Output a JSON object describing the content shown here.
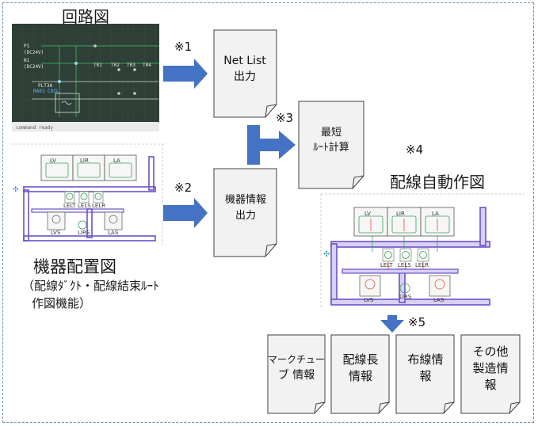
{
  "circuit": {
    "title": "回路図",
    "cad_labels": [
      "P1",
      "(DC24V)",
      "N1",
      "(DC24V)",
      "PLT3A",
      "RA01 COIL",
      "TR1",
      "TR2",
      "TR3",
      "TR4"
    ],
    "status_text": "command ready"
  },
  "layout_drawing": {
    "title": "機器配置図",
    "subtitle_line1": "（配線ﾀﾞｸﾄ・配線結束ﾙｰﾄ",
    "subtitle_line2": "作図機能）"
  },
  "auto_drawing": {
    "title": "配線自動作図"
  },
  "components": {
    "top": [
      "LV",
      "LIR",
      "LA"
    ],
    "middle": [
      "LELT",
      "LELS",
      "LELR"
    ],
    "bottom": [
      "LVS",
      "LIRS",
      "LAS"
    ]
  },
  "notes": {
    "n1": "※1",
    "n2": "※2",
    "n3": "※3",
    "n4": "※4",
    "n5": "※5"
  },
  "docs": {
    "netlist": [
      "Net List",
      "出力"
    ],
    "equipment": [
      "機器情報",
      "出力"
    ],
    "shortest": [
      "最短",
      "ﾙｰﾄ計算"
    ],
    "outputs": [
      [
        "マークチュー",
        "ブ 情報"
      ],
      [
        "配線長",
        "情報"
      ],
      [
        "布線情",
        "報"
      ],
      [
        "その他",
        "製造情",
        "報"
      ]
    ]
  },
  "colors": {
    "arrow": "#4472c4",
    "doc_fill": "#f2f2f2",
    "doc_stroke": "#404040",
    "cad_bg": "#2d3f36",
    "duct": "#6b52c9",
    "wire_green": "#3aa05a",
    "wire_red": "#d6553f"
  }
}
